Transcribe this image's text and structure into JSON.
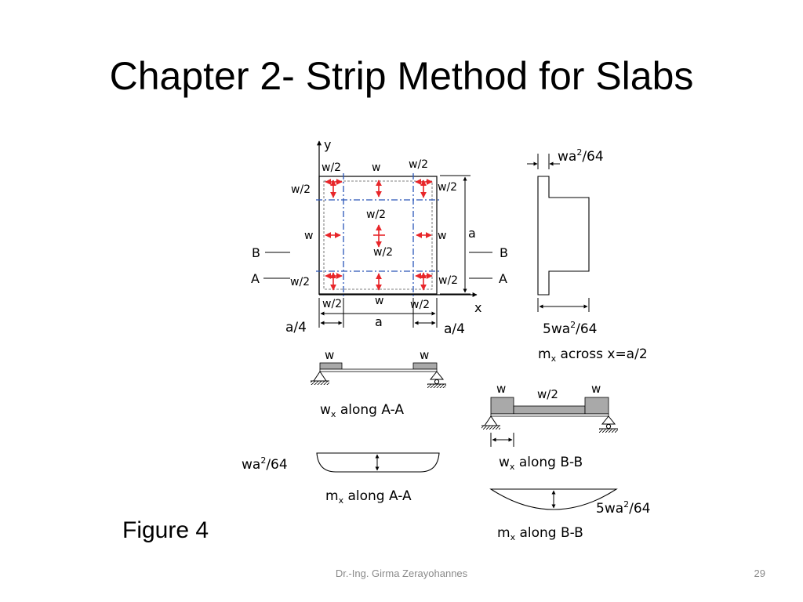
{
  "slide": {
    "title": "Chapter 2- Strip Method for Slabs",
    "figure_label": "Figure 4",
    "footer_author": "Dr.-Ing. Girma Zerayohannes",
    "page_number": "29"
  },
  "colors": {
    "load_arrow": "#e8262a",
    "strip_line": "#2a56b8",
    "beam_block": "#a9a9a9",
    "outline": "#000000"
  },
  "plan": {
    "axis_y": "y",
    "axis_x": "x",
    "load_top_left_corner": "w/2",
    "load_top_mid": "w",
    "load_top_right_corner": "w/2",
    "load_left_top": "w/2",
    "load_right_top": "w/2",
    "load_center_top": "w/2",
    "load_left_mid": "w",
    "load_right_mid": "w",
    "load_center_bottom": "w/2",
    "load_left_bottom": "w/2",
    "load_right_bottom": "w/2",
    "load_bottom_left": "w/2",
    "load_bottom_mid": "w",
    "load_bottom_right": "w/2",
    "dim_height": "a",
    "dim_width": "a",
    "dim_left_quarter": "a/4",
    "dim_right_quarter": "a/4",
    "section_b_left": "B",
    "section_b_right": "B",
    "section_a_left": "A",
    "section_a_right": "A"
  },
  "moment_profile": {
    "top_value_base": "wa",
    "top_value_exp": "2",
    "top_value_rest": "/64",
    "bottom_value_base": "5wa",
    "bottom_value_exp": "2",
    "bottom_value_rest": "/64",
    "caption_main": "m",
    "caption_sub": "x",
    "caption_rest": " across x=a/2"
  },
  "beam_aa": {
    "load_left": "w",
    "load_right": "w",
    "caption_main": "w",
    "caption_sub": "x",
    "caption_rest": " along A-A"
  },
  "beam_bb": {
    "load_left": "w",
    "load_mid": "w/2",
    "load_right": "w",
    "caption_main": "w",
    "caption_sub": "x",
    "caption_rest": " along B-B"
  },
  "moment_aa": {
    "value_base": "wa",
    "value_exp": "2",
    "value_rest": "/64",
    "caption_main": "m",
    "caption_sub": "x",
    "caption_rest": " along A-A"
  },
  "moment_bb": {
    "value_base": "5wa",
    "value_exp": "2",
    "value_rest": "/64",
    "caption_main": "m",
    "caption_sub": "x",
    "caption_rest": " along B-B"
  }
}
